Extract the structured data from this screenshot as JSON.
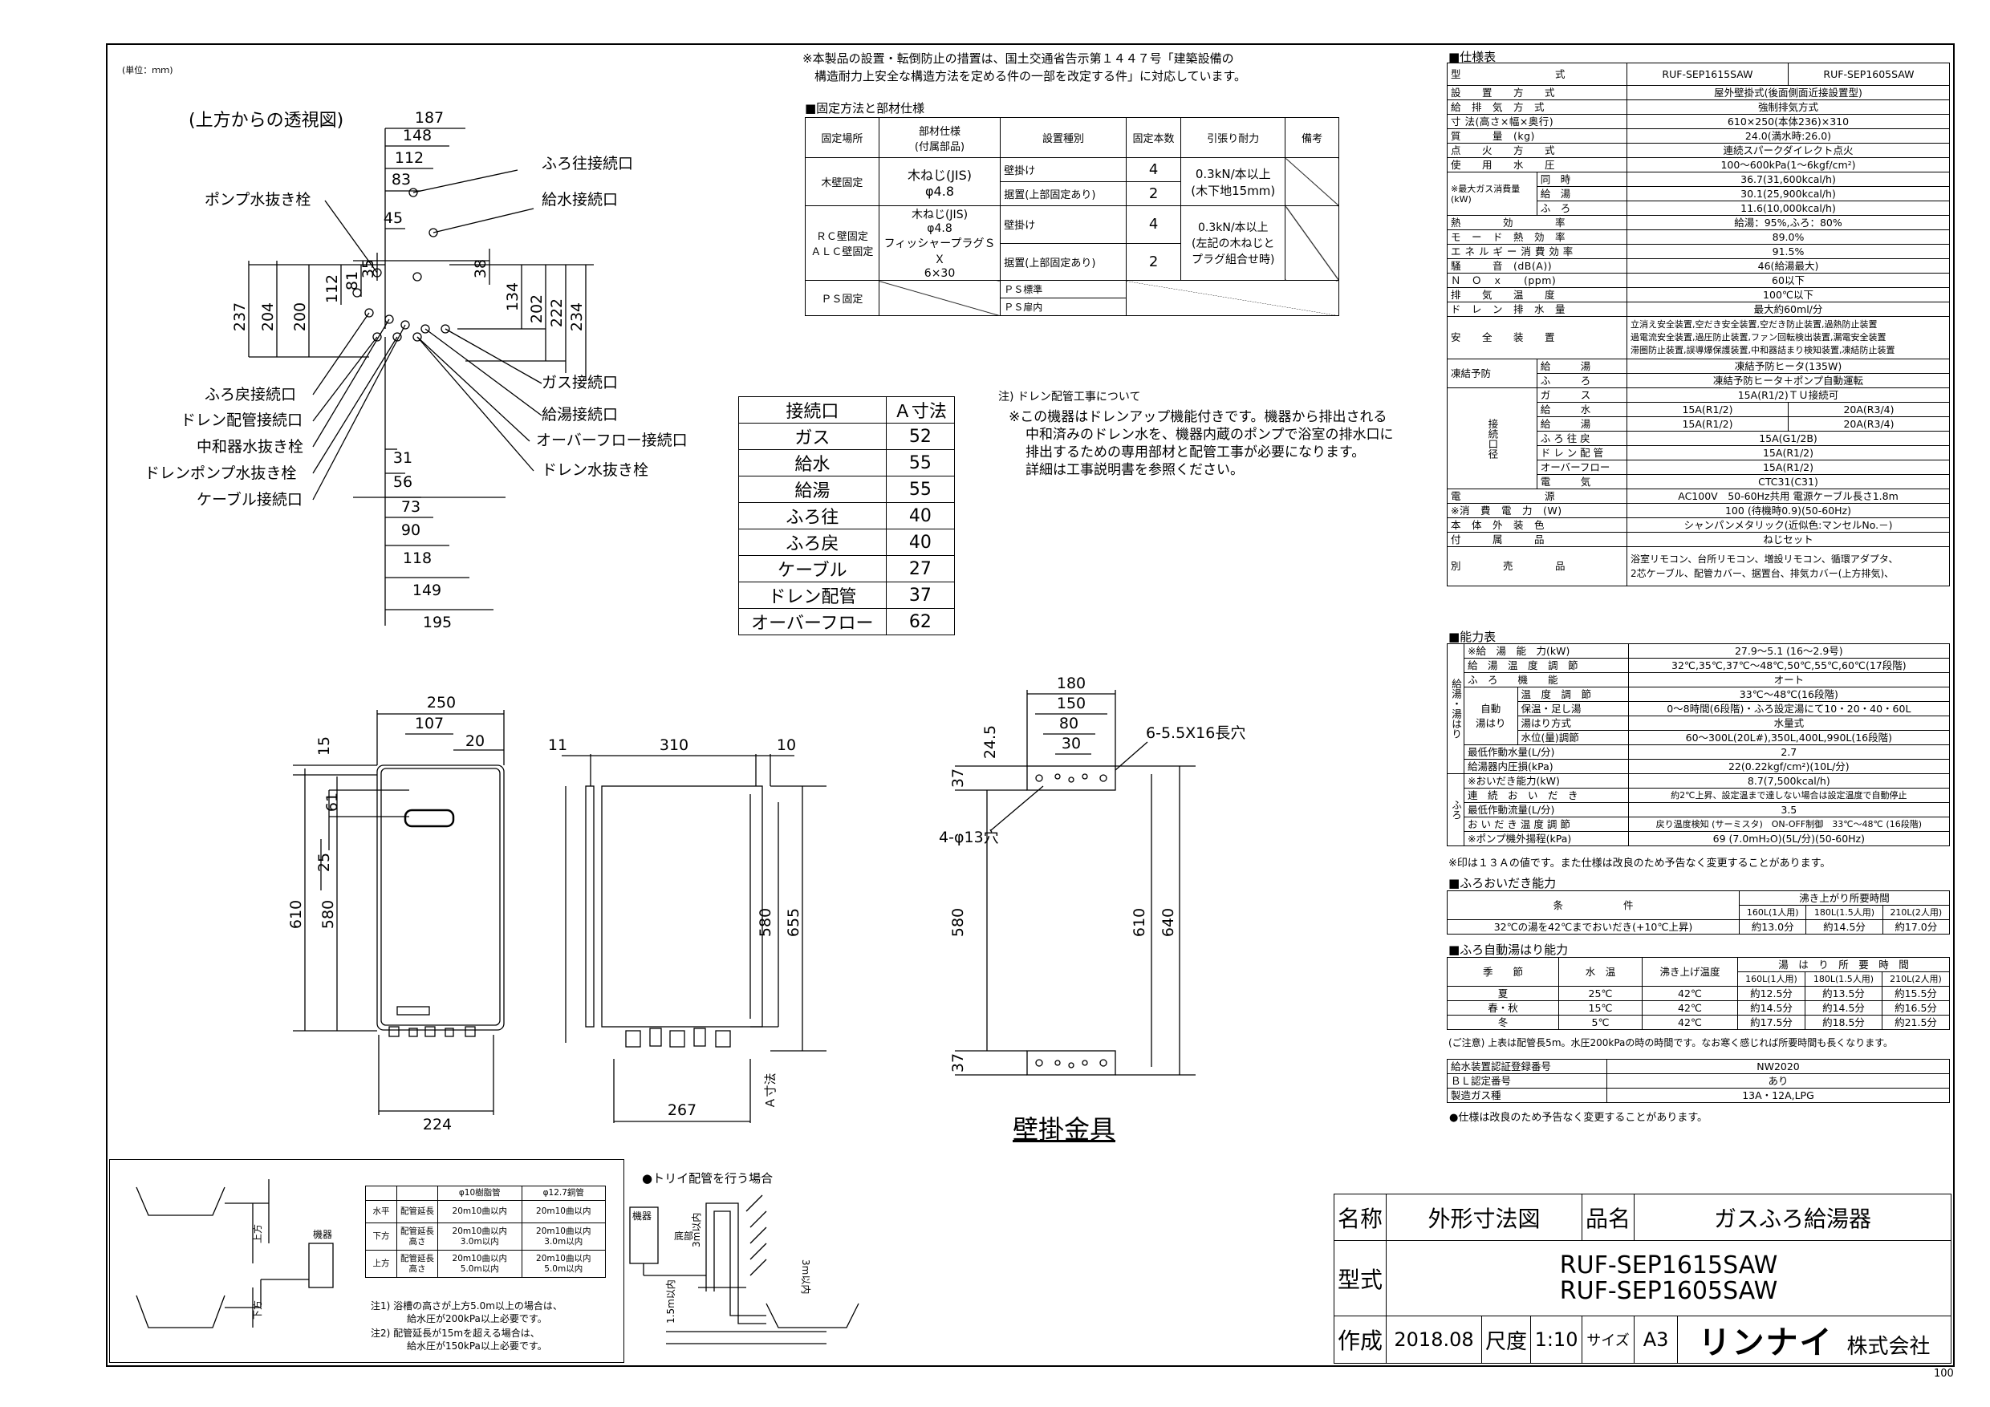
{
  "unit_note": "(単位：ｍｍ)",
  "top_view": {
    "caption": "(上方からの透視図)",
    "callouts_left": [
      "ポンプ水抜き栓",
      "ふろ戻接続口",
      "ドレン配管接続口",
      "中和器水抜き栓",
      "ドレンポンプ水抜き栓",
      "ケーブル接続口"
    ],
    "callouts_right": [
      "ふろ往接続口",
      "給水接続口",
      "ガス接続口",
      "給湯接続口",
      "オーバーフロー接続口",
      "ドレン水抜き栓"
    ],
    "dims_top": [
      "187",
      "148",
      "112",
      "83",
      "45"
    ],
    "dims_left": [
      "237",
      "204",
      "200",
      "112",
      "81",
      "35"
    ],
    "dims_right": [
      "38",
      "134",
      "202",
      "222",
      "234"
    ],
    "dims_bottom": [
      "31",
      "56",
      "73",
      "90",
      "118",
      "149",
      "195"
    ]
  },
  "notice": {
    "line1": "※本製品の設置・転倒防止の措置は、国土交通省告示第１４４７号「建築設備の",
    "line2": "構造耐力上安全な構造方法を定める件の一部を改定する件」に対応しています。"
  },
  "fixing": {
    "heading": "■固定方法と部材仕様",
    "headers": [
      "固定場所",
      "部材仕様\n(付属部品)",
      "設置種別",
      "固定本数",
      "引張り耐力",
      "備考"
    ],
    "r1_place": "木壁固定",
    "r1_parts": "木ねじ(JIS)\nφ4.8",
    "r1_type1": "壁掛け",
    "r1_n1": "4",
    "r1_type2": "据置(上部固定あり)",
    "r1_n2": "2",
    "r1_force": "0.3kN/本以上\n(木下地15mm)",
    "r2_place": "ＲＣ壁固定\nＡＬＣ壁固定",
    "r2_parts": "木ねじ(JIS)\nφ4.8\nフィッシャープラグＳＸ\n6×30",
    "r2_type1": "壁掛け",
    "r2_n1": "4",
    "r2_type2": "据置(上部固定あり)",
    "r2_n2": "2",
    "r2_force": "0.3kN/本以上\n(左記の木ねじと\nプラグ組合せ時)",
    "r3_place": "ＰＳ固定",
    "r3_type1": "ＰＳ標準",
    "r3_type2": "ＰＳ扉内"
  },
  "conn_table": {
    "headers": [
      "接続口",
      "Ａ寸法"
    ],
    "rows": [
      [
        "ガス",
        "52"
      ],
      [
        "給水",
        "55"
      ],
      [
        "給湯",
        "55"
      ],
      [
        "ふろ往",
        "40"
      ],
      [
        "ふろ戻",
        "40"
      ],
      [
        "ケーブル",
        "27"
      ],
      [
        "ドレン配管",
        "37"
      ],
      [
        "オーバーフロー",
        "62"
      ]
    ]
  },
  "drain_note": {
    "title": "注) ドレン配管工事について",
    "lines": [
      "※この機器はドレンアップ機能付きです。機器から排出される",
      "中和済みのドレン水を、機器内蔵のポンプで浴室の排水口に",
      "排出するための専用部材と配管工事が必要になります。",
      "詳細は工事説明書を参照ください。"
    ]
  },
  "front_view": {
    "dims": [
      "250",
      "107",
      "20",
      "15",
      "61",
      "25",
      "610",
      "580",
      "224"
    ]
  },
  "side_view": {
    "dims": [
      "11",
      "310",
      "10",
      "580",
      "655",
      "267"
    ],
    "a_label": "Ａ寸法"
  },
  "bracket": {
    "dims": [
      "180",
      "150",
      "80",
      "30",
      "24.5",
      "37",
      "580",
      "610",
      "640",
      "37"
    ],
    "hole1": "6-5.5X16長穴",
    "hole2": "4-φ13穴",
    "caption": "壁掛金具"
  },
  "pipe_table": {
    "headers": [
      "",
      "",
      "φ10樹脂管",
      "φ12.7銅管"
    ],
    "rows": [
      [
        "水平",
        "配管延長",
        "20m10曲以内",
        "20m10曲以内"
      ],
      [
        "下方",
        "配管延長\n高さ",
        "20m10曲以内\n3.0m以内",
        "20m10曲以内\n3.0m以内"
      ],
      [
        "上方",
        "配管延長\n高さ",
        "20m10曲以内\n5.0m以内",
        "20m10曲以内\n5.0m以内"
      ]
    ],
    "notes": [
      "注1) 浴槽の高さが上方5.0m以上の場合は、",
      "給水圧が200kPa以上必要です。",
      "注2) 配管延長が15mを超える場合は、",
      "給水圧が150kPa以上必要です。"
    ],
    "labels": {
      "up": "上方",
      "down": "下方",
      "unit": "機器",
      "horizontal": "水平"
    }
  },
  "trap": {
    "title": "●トリイ配管を行う場合",
    "unit": "機器",
    "bottom": "底部",
    "h1": "3m以内",
    "h2": "1.5m以内",
    "h3": "3m以内"
  },
  "spec": {
    "heading": "■仕様表",
    "model_label": "型　　　　　　　　　式",
    "models": [
      "RUF-SEP1615SAW",
      "RUF-SEP1605SAW"
    ],
    "rows": [
      [
        "設　　置　　方　　式",
        "屋外壁掛式(後面側面近接設置型)"
      ],
      [
        "給　排　気　方　式",
        "強制排気方式"
      ],
      [
        "寸 法(高さ×幅×奥行)",
        "610×250(本体236)×310"
      ],
      [
        "質　　　量　(kg)",
        "24.0(満水時:26.0)"
      ],
      [
        "点　　火　　方　　式",
        "連続スパークダイレクト点火"
      ],
      [
        "使　　用　　水　　圧",
        "100～600kPa(1～6kgf/cm²)"
      ]
    ],
    "gas_label": "※最大ガス消費量\n(kW)",
    "gas_rows": [
      [
        "同　時",
        "36.7(31,600kcal/h)"
      ],
      [
        "給　湯",
        "30.1(25,900kcal/h)"
      ],
      [
        "ふ　ろ",
        "11.6(10,000kcal/h)"
      ]
    ],
    "rows2": [
      [
        "熱　　　　効　　　　率",
        "給湯：95%,ふろ：80%"
      ],
      [
        "モ　ー　ド　熱　効　率",
        "89.0%"
      ],
      [
        "エ ネ ル ギ ー 消 費 効 率",
        "91.5%"
      ],
      [
        "騒　　　音　(dB(A))",
        "46(給湯最大)"
      ],
      [
        "Ｎ　Ｏ　ｘ　　(ppm)",
        "60以下"
      ],
      [
        "排　　気　　温　　度",
        "100℃以下"
      ],
      [
        "ド　レ　ン　排　水　量",
        "最大約60ml/分"
      ]
    ],
    "safety_label": "安　　全　　装　　置",
    "safety": [
      "立消え安全装置,空だき安全装置,空だき防止装置,過熱防止装置",
      "過電流安全装置,過圧防止装置,ファン回転検出装置,漏電安全装置",
      "滞圏防止装置,誤導爆保護装置,中和器詰まり検知装置,凍結防止装置"
    ],
    "freeze_label": "凍結予防",
    "freeze": [
      [
        "給　　　湯",
        "凍結予防ヒータ(135W)"
      ],
      [
        "ふ　　　ろ",
        "凍結予防ヒータ＋ポンプ自動運転"
      ]
    ],
    "port_label": "接続口径",
    "ports": [
      [
        "ガ　　　ス",
        "15A(R1/2)ＴＵ接続可",
        ""
      ],
      [
        "給　　　水",
        "15A(R1/2)",
        "20A(R3/4)"
      ],
      [
        "給　　　湯",
        "15A(R1/2)",
        "20A(R3/4)"
      ],
      [
        "ふ ろ 往 戻",
        "15A(G1/2B)",
        ""
      ],
      [
        "ド レ ン 配 管",
        "15A(R1/2)",
        ""
      ],
      [
        "オーバーフロー",
        "15A(R1/2)",
        ""
      ],
      [
        "電　　　気",
        "CTC31(C31)",
        ""
      ]
    ],
    "rows3": [
      [
        "電　　　　　　　　源",
        "AC100V　50-60Hz共用 電源ケーブル長さ1.8m"
      ],
      [
        "※消　費　電　力　(W)",
        "100 (待機時0.9)(50-60Hz)"
      ],
      [
        "本　体　外　装　色",
        "シャンパンメタリック(近似色:マンセルNo.－)"
      ],
      [
        "付　　　属　　　品",
        "ねじセット"
      ]
    ],
    "sold_label": "別　　　　売　　　　品",
    "sold": [
      "浴室リモコン、台所リモコン、増設リモコン、循環アダプタ、",
      "2芯ケーブル、配管カバー、据置台、排気カバー(上方排気)、"
    ]
  },
  "capacity": {
    "heading": "■能力表",
    "rows": [
      [
        "※給　湯　能　力(kW)",
        "27.9～5.1 (16～2.9号)"
      ],
      [
        "給　湯　温　度　調　節",
        "32℃,35℃,37℃～48℃,50℃,55℃,60℃(17段階)"
      ],
      [
        "ふ　ろ　　機　　能",
        "オート"
      ]
    ],
    "side_label": "給湯・湯はり",
    "auto_label": "自動\n湯はり",
    "auto_rows": [
      [
        "温　度　調　節",
        "33℃～48℃(16段階)"
      ],
      [
        "保温・足し湯",
        "0～8時間(6段階)・ふろ設定湯にて10・20・40・60L"
      ],
      [
        "湯はり方式",
        "水量式"
      ],
      [
        "水位(量)調節",
        "60～300L(20L#),350L,400L,990L(16段階)"
      ]
    ],
    "rows2": [
      [
        "最低作動水量(L/分)",
        "2.7"
      ],
      [
        "給湯器内圧損(kPa)",
        "22(0.22kgf/cm²)(10L/分)"
      ]
    ],
    "furo_label": "ふろ",
    "furo_rows": [
      [
        "※おいだき能力(kW)",
        "8.7(7,500kcal/h)"
      ],
      [
        "連　続　お　い　だ　き",
        "約2℃上昇、設定温まで達しない場合は設定温度で自動停止"
      ],
      [
        "最低作動流量(L/分)",
        "3.5"
      ],
      [
        "お い だ き 温 度 調 節",
        "戻り温度検知 (サーミスタ)　ON-OFF制御　33℃～48℃ (16段階)"
      ],
      [
        "※ポンプ機外揚程(kPa)",
        "69 (7.0mH₂O)(5L/分)(50-60Hz)"
      ]
    ],
    "note": "※印は１３Ａの値です。また仕様は改良のため予告なく変更することがあります。"
  },
  "reheat": {
    "heading": "■ふろおいだき能力",
    "cond": "条　　　　　　件",
    "time_header": "沸き上がり所要時間",
    "cols": [
      "160L(1人用)",
      "180L(1.5人用)",
      "210L(2人用)"
    ],
    "row": [
      "32℃の湯を42℃までおいだき(+10℃上昇)",
      "約13.0分",
      "約14.5分",
      "約17.0分"
    ]
  },
  "autofill": {
    "heading": "■ふろ自動湯はり能力",
    "headers": [
      "季　　節",
      "水　温",
      "沸き上げ温度",
      "湯　は　り　所　要　時　間"
    ],
    "cols": [
      "160L(1人用)",
      "180L(1.5人用)",
      "210L(2人用)"
    ],
    "rows": [
      [
        "夏",
        "25℃",
        "42℃",
        "約12.5分",
        "約13.5分",
        "約15.5分"
      ],
      [
        "春・秋",
        "15℃",
        "42℃",
        "約14.5分",
        "約14.5分",
        "約16.5分"
      ],
      [
        "冬",
        "5℃",
        "42℃",
        "約17.5分",
        "約18.5分",
        "約21.5分"
      ]
    ],
    "note": "(ご注意) 上表は配管長5m。水圧200kPaの時の時間です。なお寒く感じれば所要時間も長くなります。"
  },
  "cert": [
    [
      "給水装置認証登録番号",
      "NW2020"
    ],
    [
      "ＢＬ認定番号",
      "あり"
    ],
    [
      "製造ガス種",
      "13A・12A,LPG"
    ]
  ],
  "footer_note": "●仕様は改良のため予告なく変更することがあります。",
  "title_block": {
    "name_label": "名称",
    "name": "外形寸法図",
    "product_label": "品名",
    "product": "ガスふろ給湯器",
    "model_label": "型式",
    "models": [
      "RUF-SEP1615SAW",
      "RUF-SEP1605SAW"
    ],
    "date_label": "作成",
    "date": "2018.08",
    "scale_label": "尺度",
    "scale": "1:10",
    "size_label": "サイズ",
    "size": "A3",
    "company": "リンナイ",
    "company_suffix": "株式会社"
  },
  "page_no": "100"
}
